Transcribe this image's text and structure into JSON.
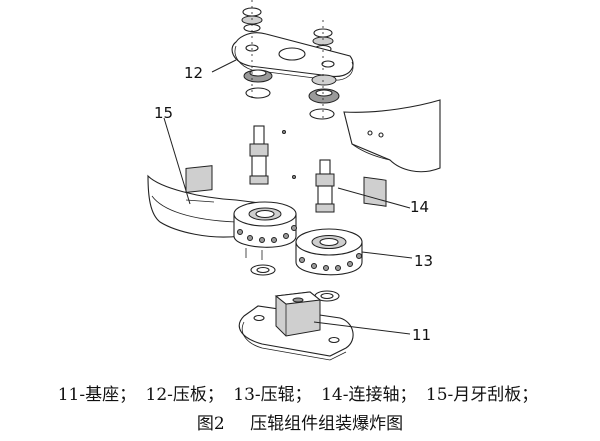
{
  "callouts": {
    "c11": "11",
    "c12": "12",
    "c13": "13",
    "c14": "14",
    "c15": "15"
  },
  "legend": [
    "11-基座；",
    "12-压板；",
    "13-压辊；",
    "14-连接轴；",
    "15-月牙刮板；"
  ],
  "caption": {
    "figure_number": "图2",
    "title": "压辊组件组装爆炸图"
  }
}
